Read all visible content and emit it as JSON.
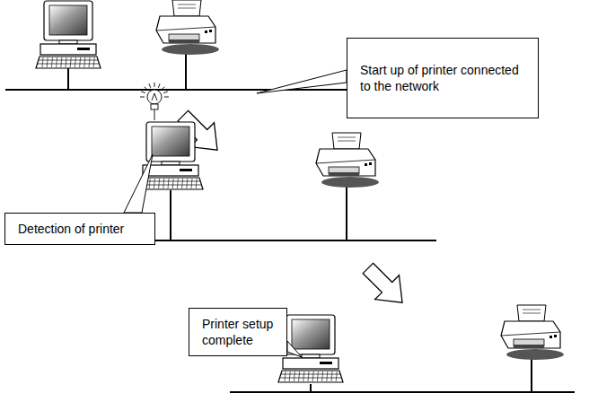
{
  "diagram": {
    "nodes": [
      {
        "text": [
          "Start up of printer connected to the network"
        ]
      },
      {
        "text": [
          "Detection of printer"
        ]
      },
      {
        "text": [
          "Printer setup complete"
        ]
      }
    ]
  }
}
